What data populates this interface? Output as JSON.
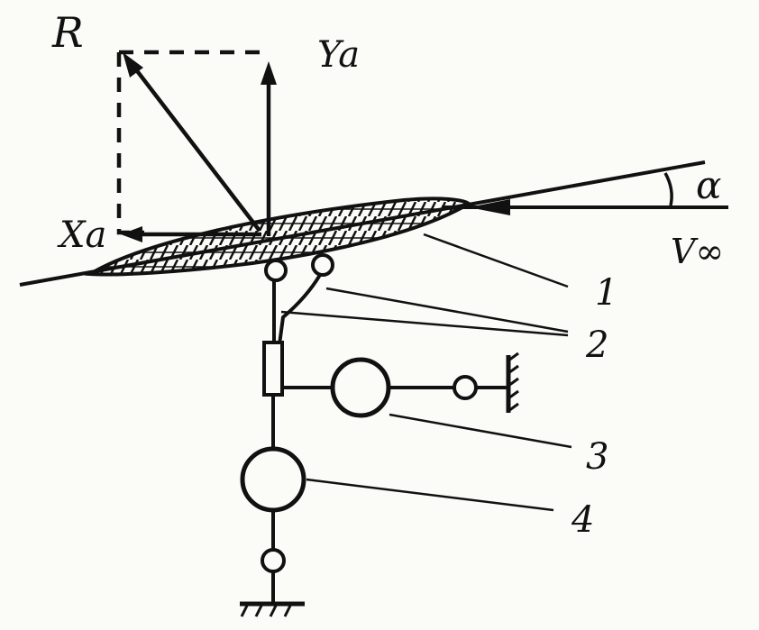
{
  "labels": {
    "resultant": "R",
    "lift": "Ya",
    "drag": "Xa",
    "angle": "α",
    "velocity": "V∞",
    "callout_1": "1",
    "callout_2": "2",
    "callout_3": "3",
    "callout_4": "4"
  },
  "colors": {
    "ink": "#111111",
    "paper": "#fbfbf8"
  }
}
